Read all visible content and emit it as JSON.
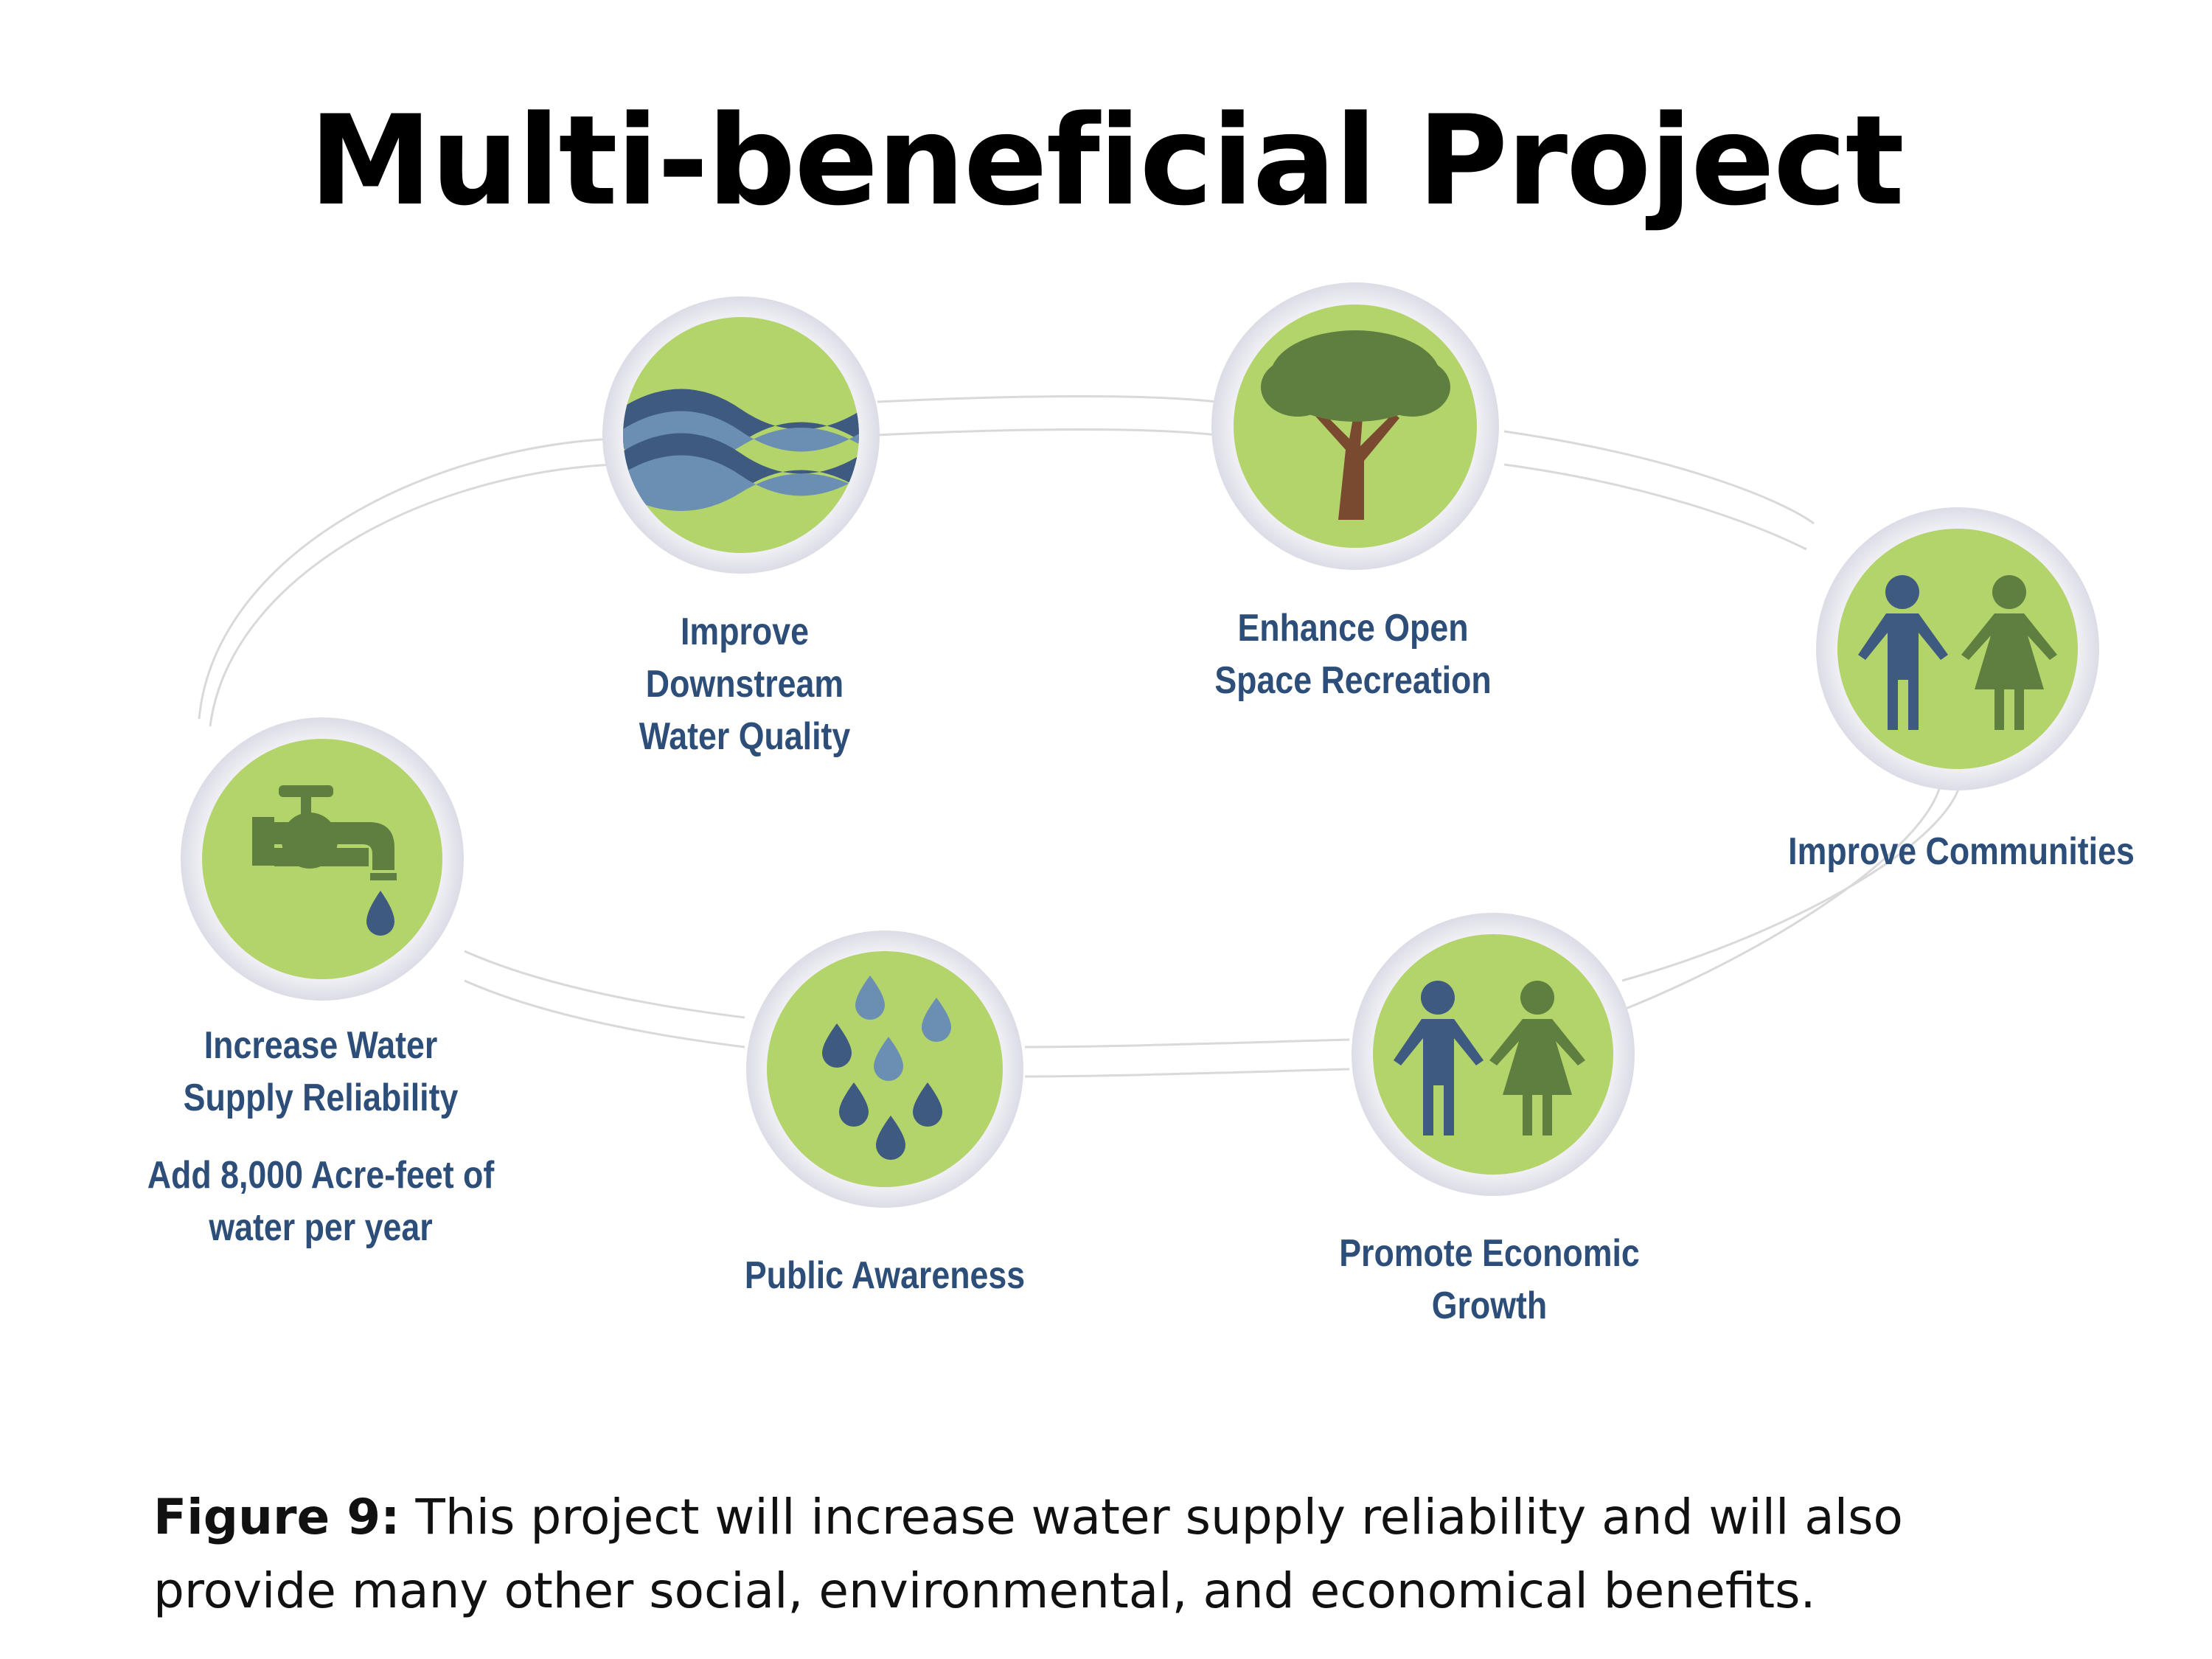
{
  "title": "Multi-beneficial Project",
  "colors": {
    "circle_green": "#b3d36b",
    "ring": "#e8e8ef",
    "icon_blue": "#3e5a80",
    "icon_light_blue": "#6b8fb3",
    "icon_green": "#5e7f3f",
    "trunk_brown": "#7a4a30",
    "label_blue": "#2d4e79"
  },
  "nodes": [
    {
      "id": "water-quality",
      "icon": "waves-icon",
      "lines": [
        "Improve",
        "Downstream",
        "Water Quality"
      ]
    },
    {
      "id": "recreation",
      "icon": "tree-icon",
      "lines": [
        "Enhance Open",
        "Space Recreation"
      ]
    },
    {
      "id": "communities",
      "icon": "people-icon",
      "lines": [
        "Improve Communities"
      ]
    },
    {
      "id": "economic-growth",
      "icon": "people-icon",
      "lines": [
        "Promote Economic",
        "Growth"
      ]
    },
    {
      "id": "public-awareness",
      "icon": "raindrops-icon",
      "lines": [
        "Public Awareness"
      ]
    },
    {
      "id": "water-supply",
      "icon": "faucet-icon",
      "lines": [
        "Increase Water",
        "Supply Reliability"
      ],
      "extra_lines": [
        "Add 8,000 Acre-feet of",
        "water per year"
      ]
    }
  ],
  "caption": {
    "label": "Figure 9:",
    "line1": " This project will increase water supply reliability and will also",
    "line2": "provide many other social, environmental, and economical benefits."
  }
}
